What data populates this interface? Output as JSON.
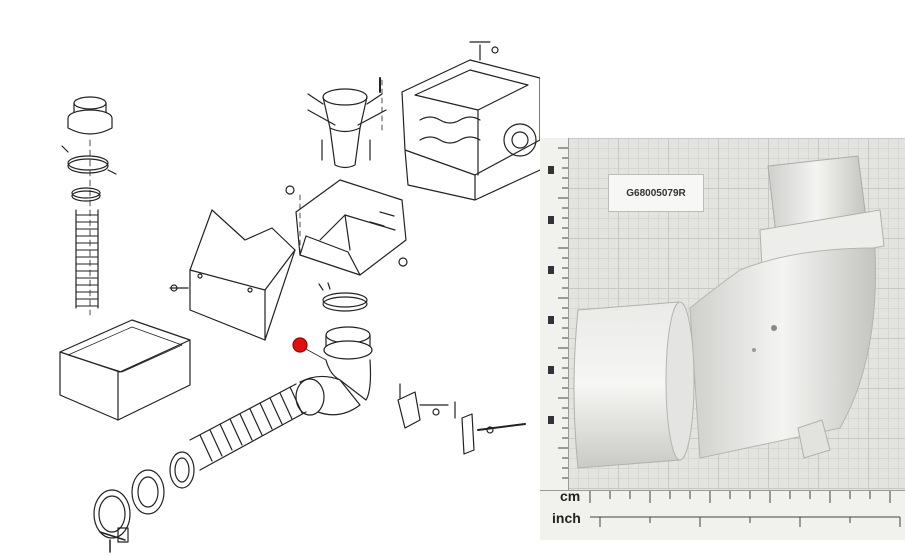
{
  "photo": {
    "part_label": "G68005079R",
    "unit_cm": "cm",
    "unit_inch": "inch"
  },
  "colors": {
    "line": "#222222",
    "marker": "#e01010",
    "part_white": "#f0f0ee"
  },
  "icons": {
    "marker": "red-dot-marker"
  }
}
